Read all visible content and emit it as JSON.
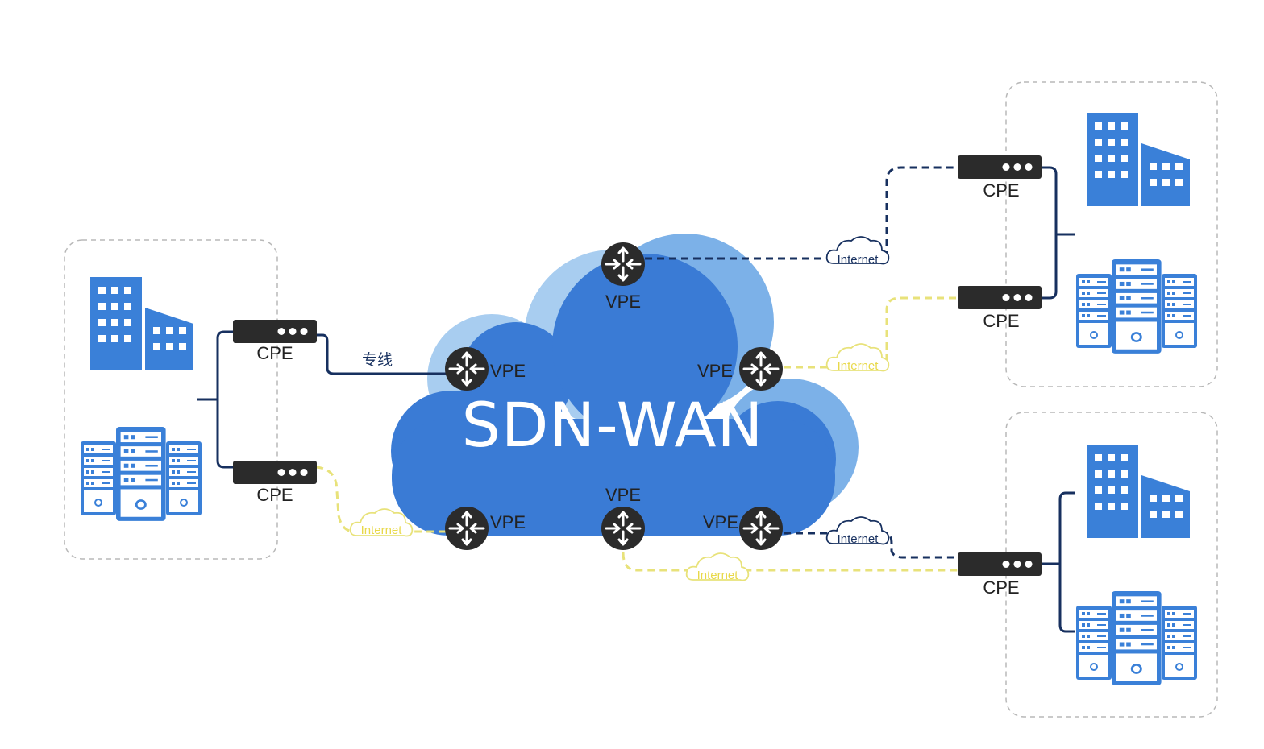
{
  "diagram": {
    "title": "SDN-WAN",
    "vpe_label": "VPE",
    "cpe_label": "CPE",
    "internet_label": "Internet",
    "leased_line_label": "专线",
    "colors": {
      "cloud_front": "#3a7bd5",
      "cloud_back": "#7cb1e8",
      "cloud_far": "#a8cdf0",
      "router": "#2b2b2b",
      "link_dark": "#17305f",
      "link_internet": "#e8e27a",
      "building": "#3a80d8",
      "cpe": "#2b2b2b"
    }
  }
}
